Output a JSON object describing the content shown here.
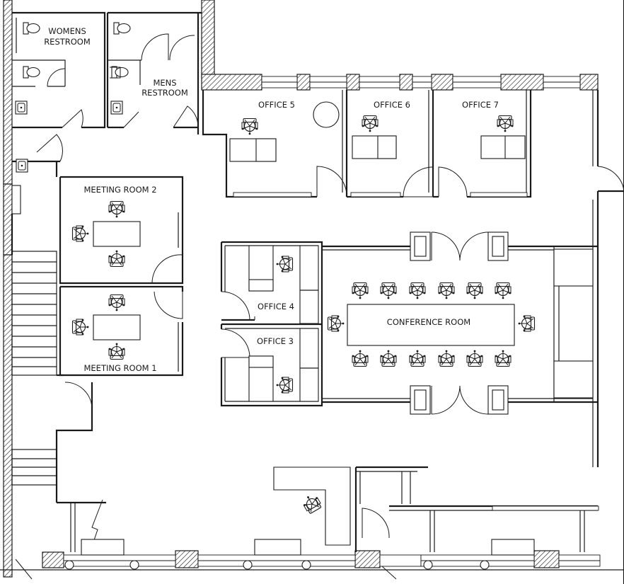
{
  "plan": {
    "rooms": {
      "womens_restroom": [
        "WOMENS",
        "RESTROOM"
      ],
      "mens_restroom": [
        "MENS",
        "RESTROOM"
      ],
      "office5": "OFFICE 5",
      "office6": "OFFICE 6",
      "office7": "OFFICE 7",
      "meeting_room_2": "MEETING ROOM 2",
      "meeting_room_1": "MEETING ROOM 1",
      "office4": "OFFICE 4",
      "office3": "OFFICE 3",
      "conference_room": "CONFERENCE ROOM"
    },
    "colors": {
      "line": "#1a1a1a",
      "background": "#ffffff"
    },
    "icons": [
      "office-chair-icon",
      "toilet-icon",
      "sink-icon",
      "door-swing-icon",
      "desk-icon"
    ]
  }
}
